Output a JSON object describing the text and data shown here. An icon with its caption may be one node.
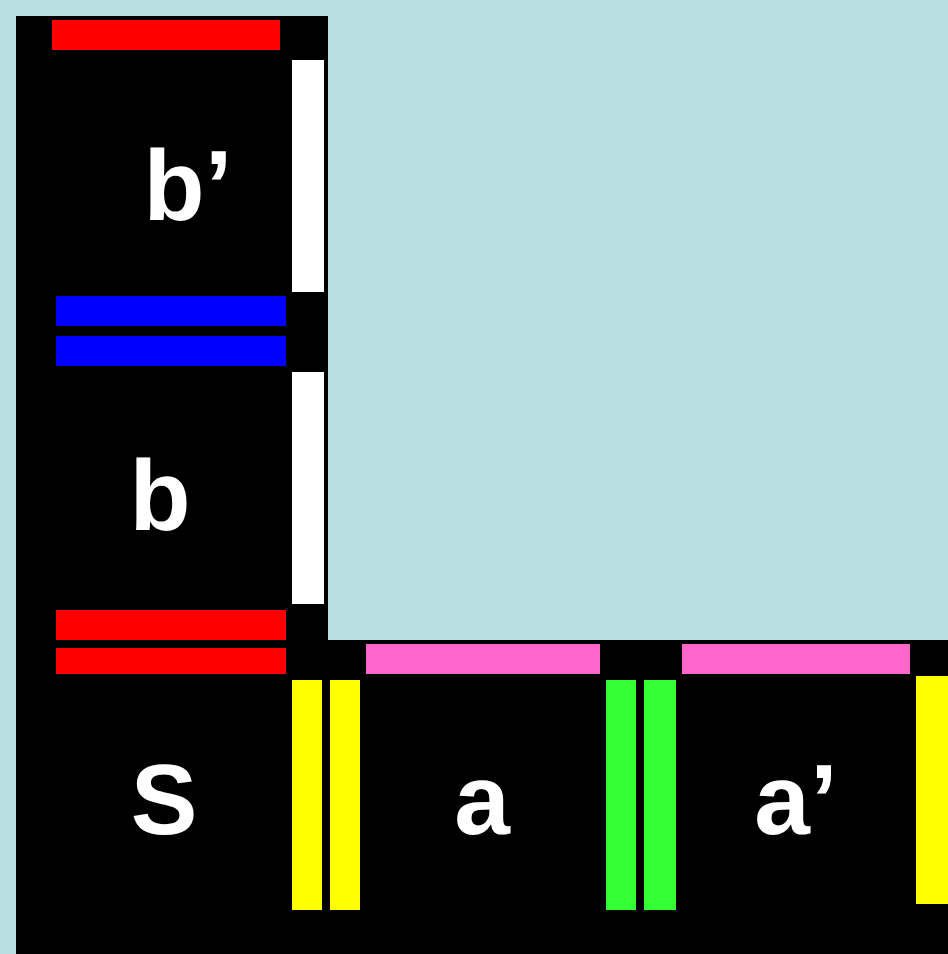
{
  "diagram": {
    "nodes": [
      {
        "text": [
          "b’"
        ]
      },
      {
        "text": [],
        "shape": "bar",
        "in": 0
      },
      {
        "text": [],
        "shape": "bar",
        "in": 0
      },
      {
        "text": [],
        "shape": "bar",
        "in": 0
      },
      {
        "text": [
          "b"
        ]
      },
      {
        "text": [],
        "shape": "bar",
        "in": 4
      },
      {
        "text": [],
        "shape": "bar",
        "in": 4
      },
      {
        "text": [],
        "shape": "bar",
        "in": 4
      },
      {
        "text": [
          "S"
        ]
      },
      {
        "text": [],
        "shape": "bar",
        "in": 8
      },
      {
        "text": [],
        "shape": "bar",
        "in": 8
      },
      {
        "text": [
          "a"
        ]
      },
      {
        "text": [],
        "shape": "bar",
        "in": 11
      },
      {
        "text": [],
        "shape": "bar",
        "in": 11
      },
      {
        "text": [],
        "shape": "bar",
        "in": 11
      },
      {
        "text": [
          "a’"
        ]
      },
      {
        "text": [],
        "shape": "bar",
        "in": 15
      },
      {
        "text": [],
        "shape": "bar",
        "in": 15
      },
      {
        "text": [],
        "shape": "bar",
        "in": 15
      }
    ]
  }
}
